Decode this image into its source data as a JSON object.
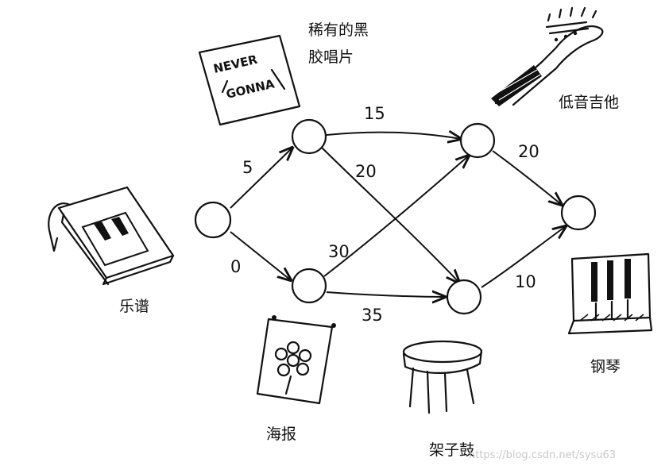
{
  "captions": {
    "rare_record": [
      "稀有的黑",
      "胶唱片"
    ],
    "bass_guitar": "低音吉他",
    "sheet_music": "乐谱",
    "piano": "钢琴",
    "poster": "海报",
    "drum_set": "架子鼓"
  },
  "record_cover_text": [
    "NEVER",
    "GONNA"
  ],
  "edge_weights": {
    "music_to_record": "5",
    "music_to_poster": "0",
    "record_to_guitar": "15",
    "record_to_drum": "20",
    "poster_to_guitar": "30",
    "poster_to_drum": "35",
    "guitar_to_piano": "20",
    "drum_to_piano": "10"
  },
  "watermark": "https://blog.csdn.net/sysu63"
}
